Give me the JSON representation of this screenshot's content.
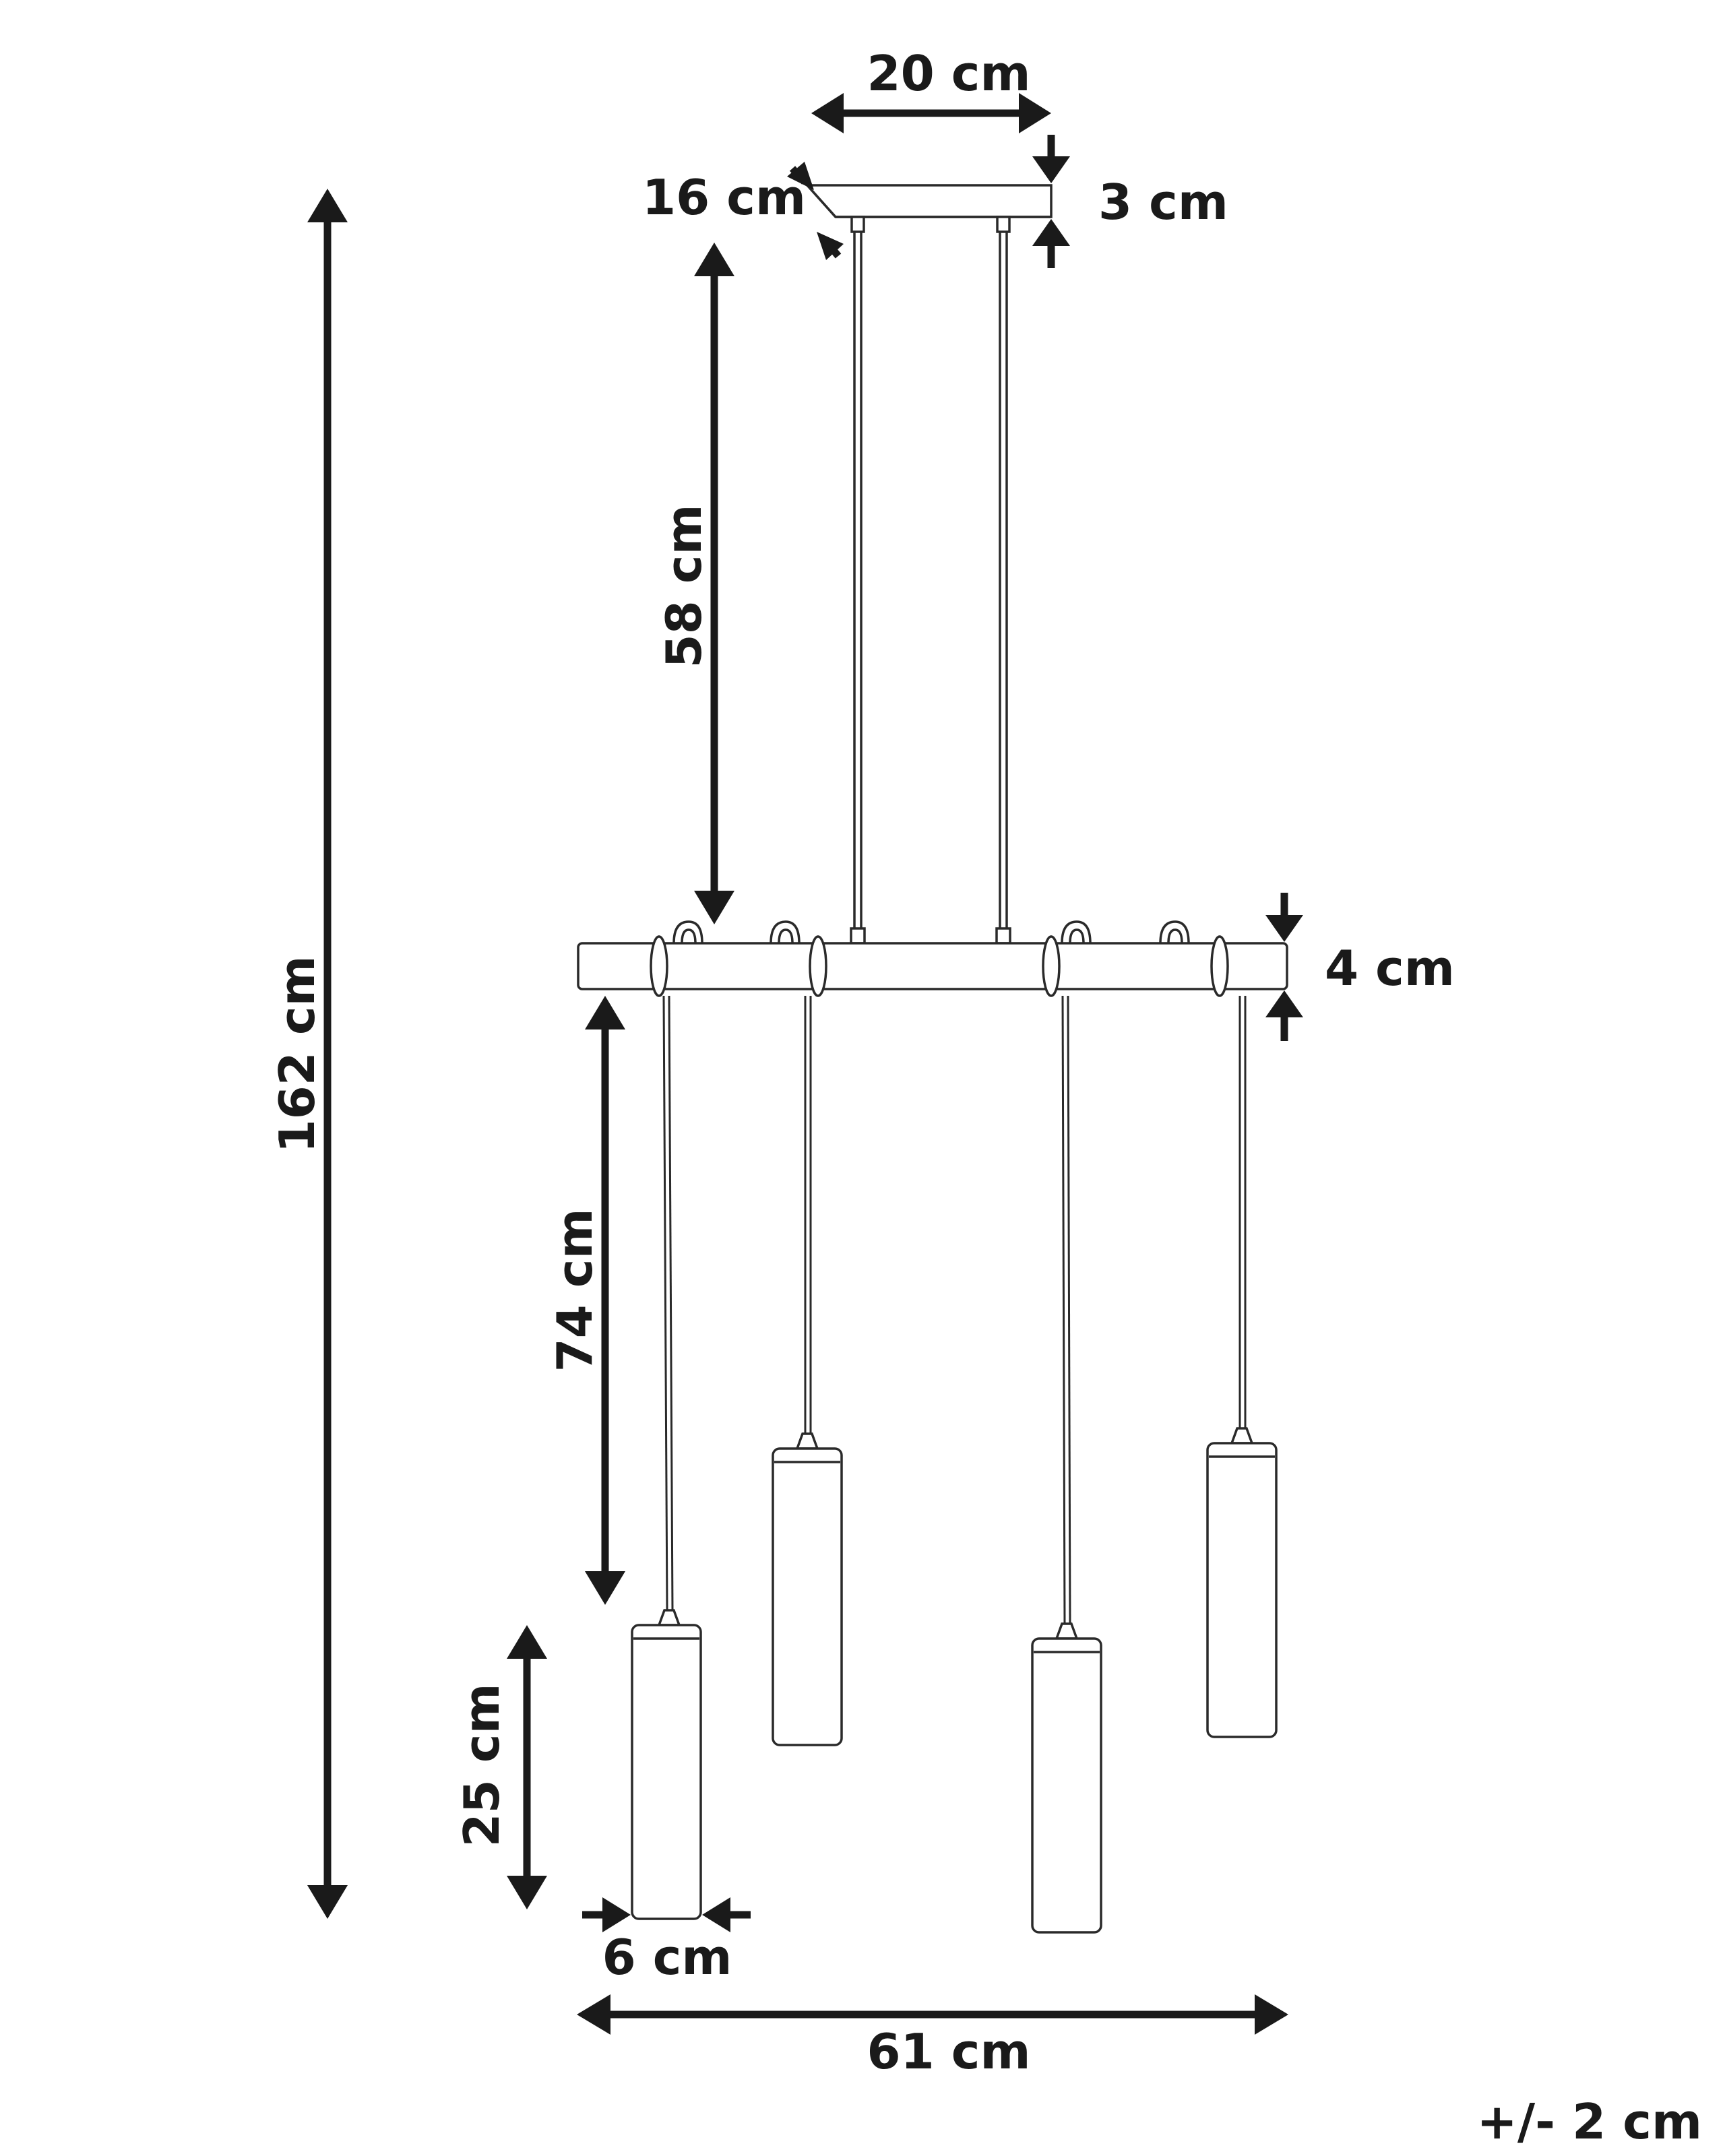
{
  "dimensions": {
    "canopy_width": "20 cm",
    "canopy_depth": "16 cm",
    "canopy_height": "3 cm",
    "suspension_length": "58 cm",
    "total_height": "162 cm",
    "bar_height": "4 cm",
    "pendant_drop": "74 cm",
    "shade_height": "25 cm",
    "shade_diameter": "6 cm",
    "total_width": "61 cm"
  },
  "tolerance": "+/- 2 cm",
  "colors": {
    "ink": "#1a1a1a",
    "outline": "#2a2a2a",
    "background": "#ffffff"
  }
}
